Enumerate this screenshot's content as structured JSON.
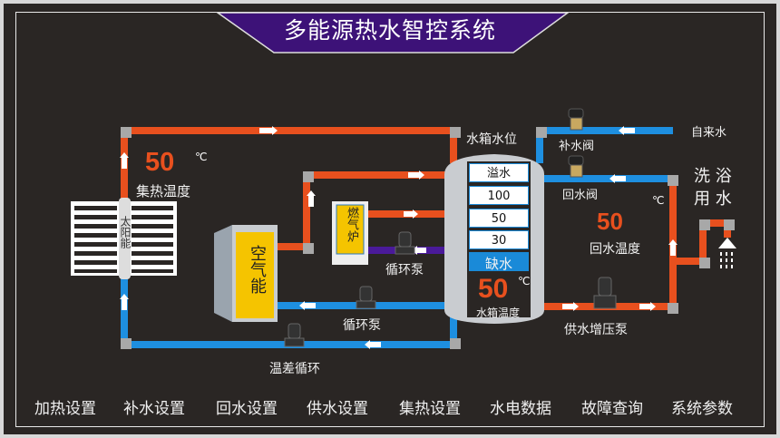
{
  "title": "多能源热水智控系统",
  "solar": {
    "label": "太阳能",
    "temp": "50",
    "unit": "℃",
    "temp_label": "集热温度"
  },
  "air_energy": {
    "label": "空气能"
  },
  "gas_boiler": {
    "label": "燃气炉"
  },
  "pumps": {
    "boiler_pump": "循环泵",
    "air_pump": "循环泵",
    "diff_pump": "温差循环",
    "supply_pump": "供水增压泵"
  },
  "tank": {
    "level_title": "水箱水位",
    "levels": [
      "溢水",
      "100",
      "50",
      "30"
    ],
    "shortage": "缺水",
    "temp": "50",
    "unit": "℃",
    "temp_label": "水箱温度"
  },
  "right": {
    "makeup_valve": "补水阀",
    "tap_water": "自来水",
    "return_valve": "回水阀",
    "return_temp": "50",
    "unit": "℃",
    "return_temp_label": "回水温度",
    "bath_line1": "洗 浴",
    "bath_line2": "用 水"
  },
  "menu": [
    "加热设置",
    "补水设置",
    "回水设置",
    "供水设置",
    "集热设置",
    "水电数据",
    "故障查询",
    "系统参数"
  ],
  "colors": {
    "hot": "#e8501e",
    "cold": "#1e8fe0",
    "corner": "#a8a8a8",
    "banner": "#3d1278",
    "boiler_return": "#4a1a9a"
  }
}
